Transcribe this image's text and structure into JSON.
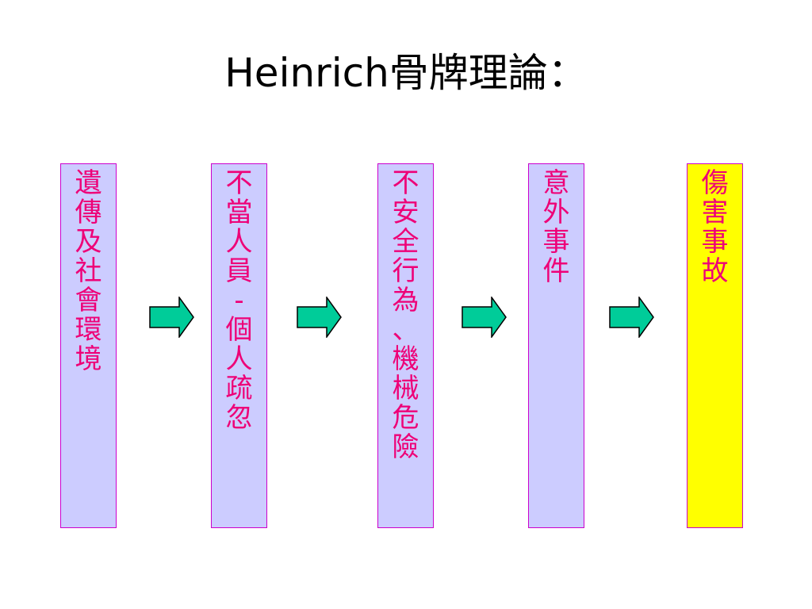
{
  "title": "Heinrich骨牌理論：",
  "colors": {
    "box_fill": "#ccccff",
    "final_box_fill": "#ffff00",
    "box_border": "#cc00cc",
    "text": "#ee0077",
    "arrow_fill": "#00cc99"
  },
  "steps": [
    {
      "label": "遺\n傳\n及\n社\n會\n環\n境"
    },
    {
      "label": "不\n當\n人\n員\n-\n個\n人\n疏\n忽"
    },
    {
      "label": "不\n安\n全\n行\n為\n、\n機\n械\n危\n險"
    },
    {
      "label": "意\n外\n事\n件"
    },
    {
      "label": "傷\n害\n事\n故"
    }
  ],
  "arrows": [
    "arrow-right-icon",
    "arrow-right-icon",
    "arrow-right-icon",
    "arrow-right-icon"
  ]
}
